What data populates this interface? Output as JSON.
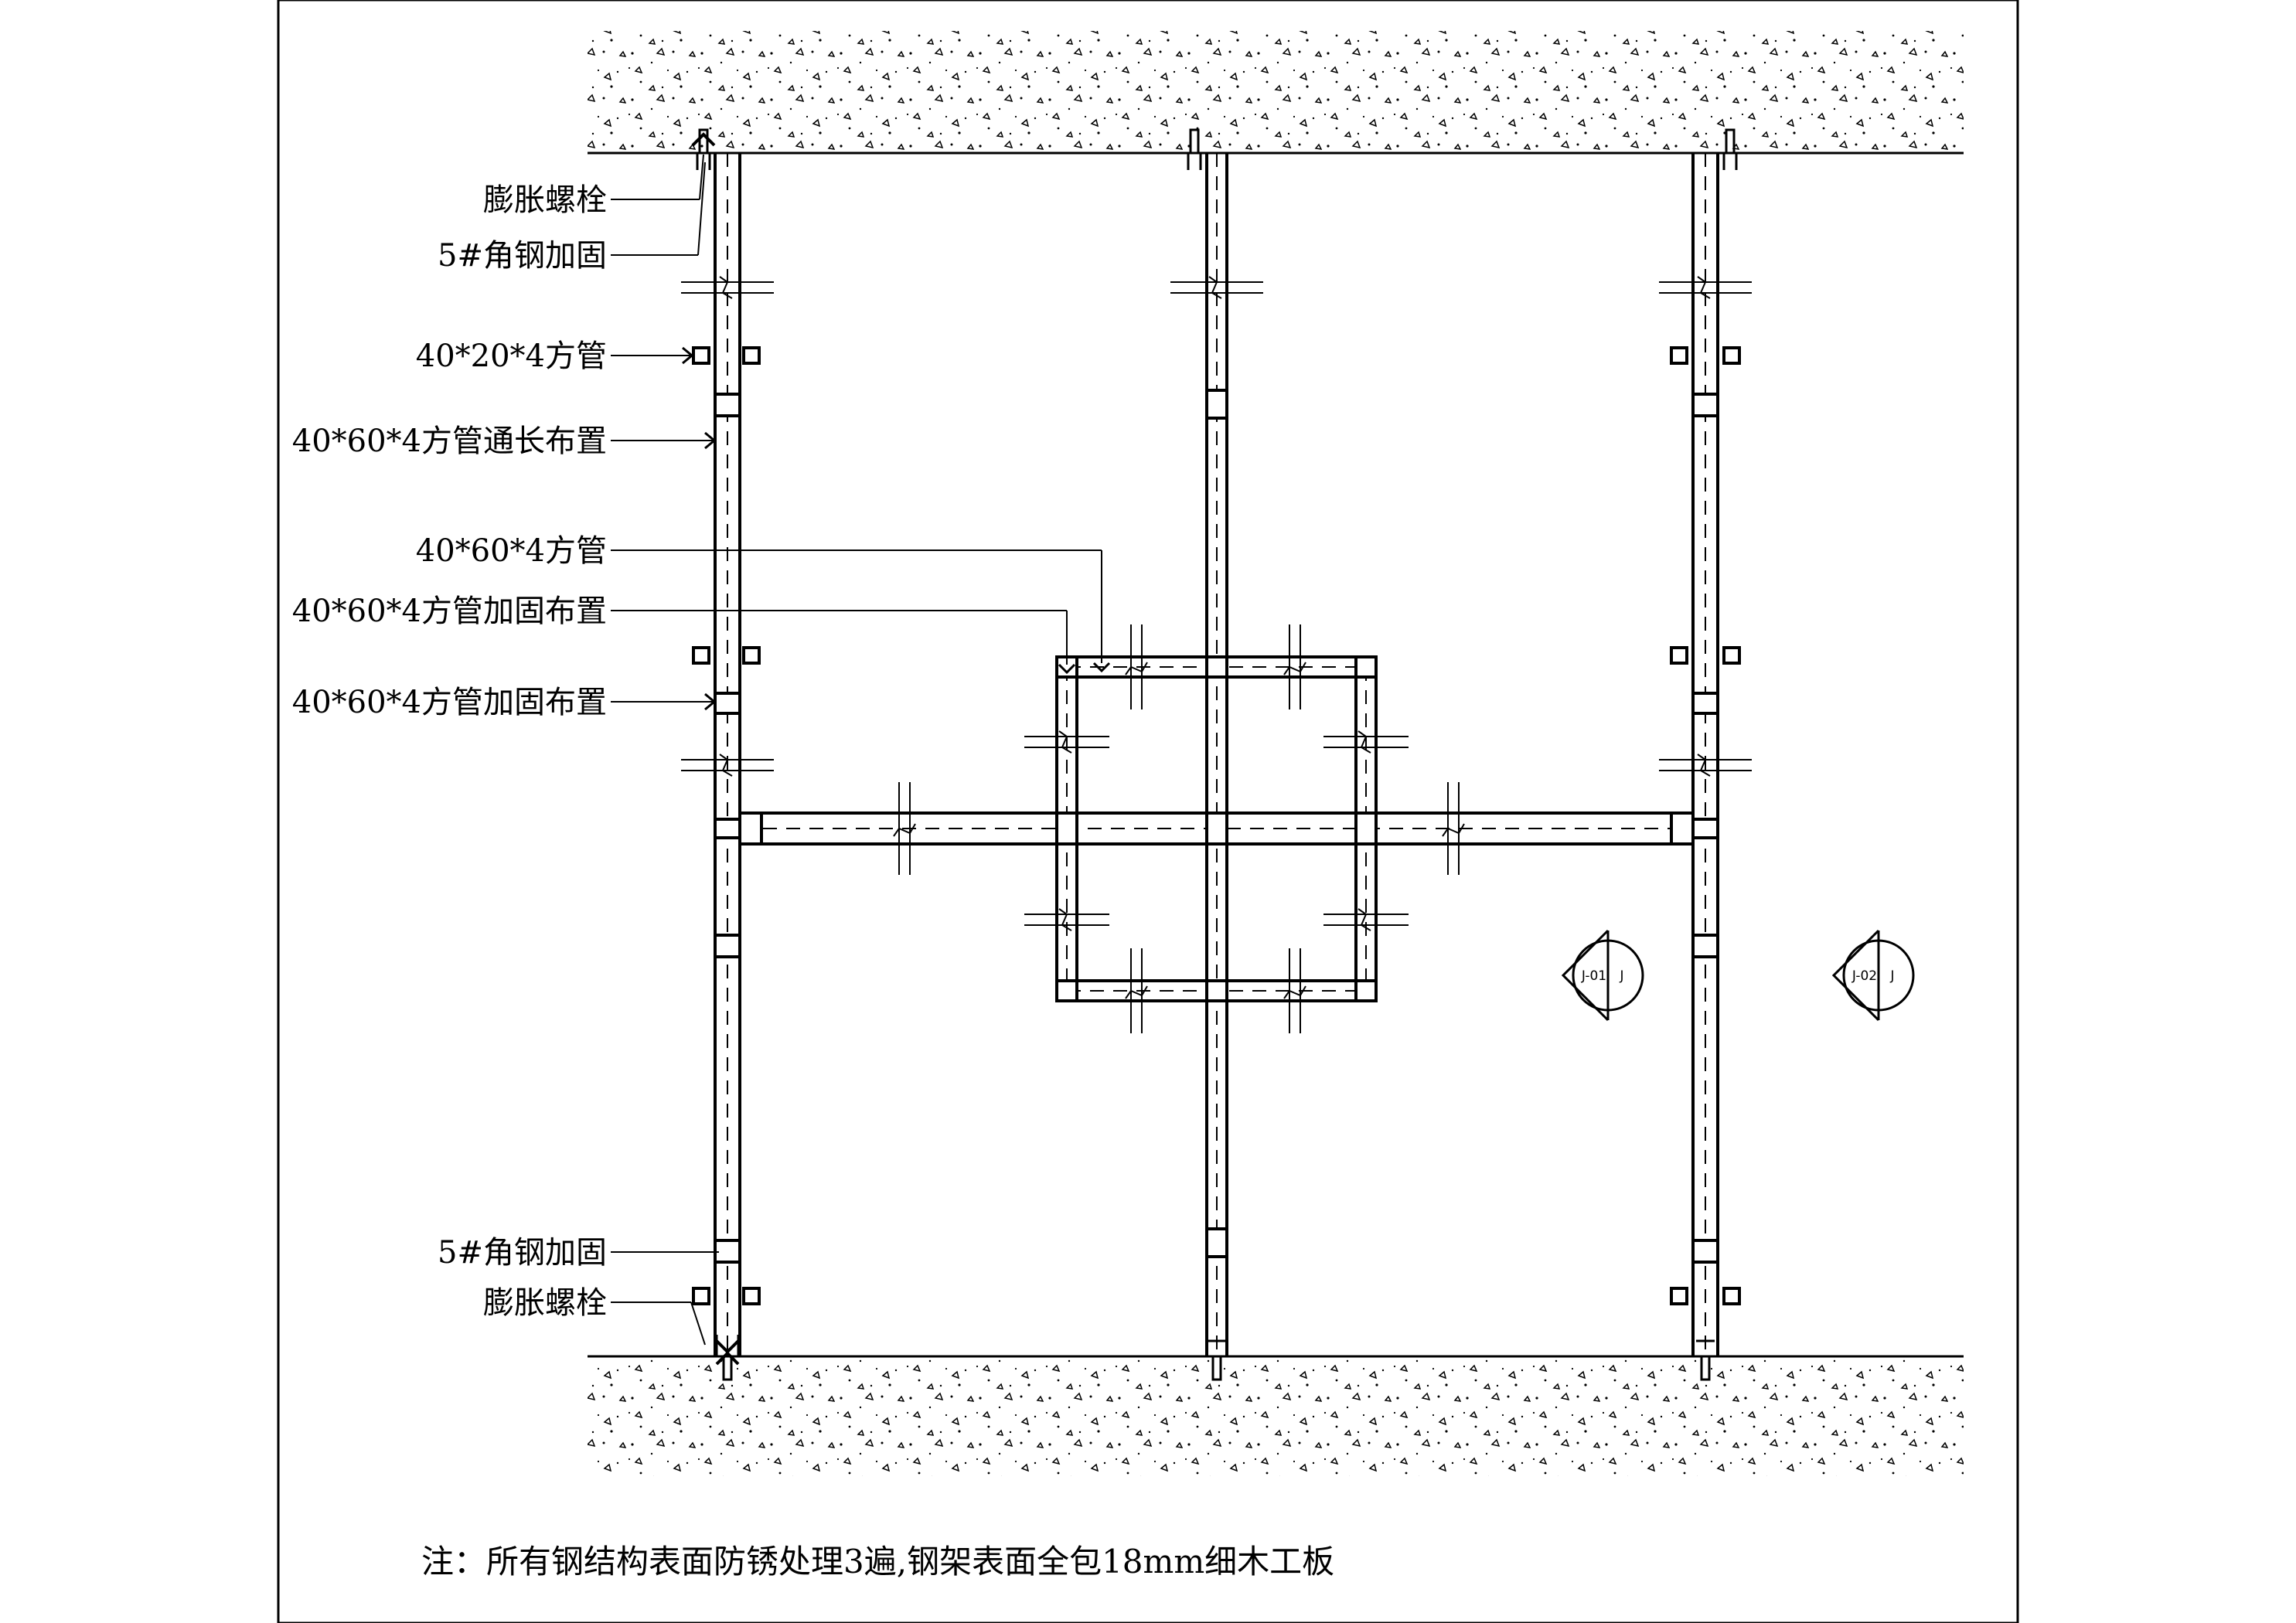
{
  "drawing": {
    "labels": {
      "bolt_top": "膨胀螺栓",
      "angle_top": "5#角钢加固",
      "tube_40x20": "40*20*4方管",
      "tube_long": "40*60*4方管通长布置",
      "tube_40x60": "40*60*4方管",
      "tube_reinf_1": "40*60*4方管加固布置",
      "tube_reinf_2": "40*60*4方管加固布置",
      "angle_bottom": "5#角钢加固",
      "bolt_bottom": "膨胀螺栓"
    },
    "detail_tags": [
      {
        "id": "J-01",
        "letter": "J"
      },
      {
        "id": "J-02",
        "letter": "J"
      }
    ],
    "note": "注：所有钢结构表面防锈处理3遍,钢架表面全包18mm细木工板"
  }
}
